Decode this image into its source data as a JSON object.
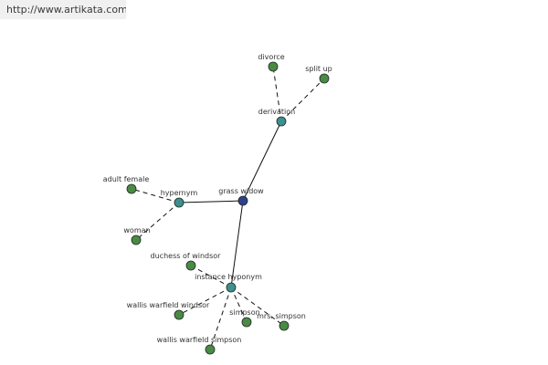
{
  "source_url": "http://www.artikata.com",
  "colors": {
    "root": "#2e3f8f",
    "relation": "#3e8f8f",
    "leaf": "#4b8a46",
    "edge": "#111111",
    "label": "#333333"
  },
  "nodes": [
    {
      "id": "grass-widow",
      "label": "grass widow",
      "kind": "root"
    },
    {
      "id": "derivation",
      "label": "derivation",
      "kind": "relation"
    },
    {
      "id": "hypernym",
      "label": "hypernym",
      "kind": "relation"
    },
    {
      "id": "instance-hyponym",
      "label": "instance hyponym",
      "kind": "relation"
    },
    {
      "id": "divorce",
      "label": "divorce",
      "kind": "leaf"
    },
    {
      "id": "split-up",
      "label": "split up",
      "kind": "leaf"
    },
    {
      "id": "adult-female",
      "label": "adult female",
      "kind": "leaf"
    },
    {
      "id": "woman",
      "label": "woman",
      "kind": "leaf"
    },
    {
      "id": "duchess-of-windsor",
      "label": "duchess of windsor",
      "kind": "leaf"
    },
    {
      "id": "wallis-warfield-windsor",
      "label": "wallis warfield windsor",
      "kind": "leaf"
    },
    {
      "id": "simpson",
      "label": "simpson",
      "kind": "leaf"
    },
    {
      "id": "mrs-simpson",
      "label": "mrs. simpson",
      "kind": "leaf"
    },
    {
      "id": "wallis-warfield-simpson",
      "label": "wallis warfield simpson",
      "kind": "leaf"
    }
  ],
  "edges": [
    {
      "from": "grass-widow",
      "to": "derivation",
      "style": "solid"
    },
    {
      "from": "grass-widow",
      "to": "hypernym",
      "style": "solid"
    },
    {
      "from": "grass-widow",
      "to": "instance-hyponym",
      "style": "solid"
    },
    {
      "from": "derivation",
      "to": "divorce",
      "style": "dashed"
    },
    {
      "from": "derivation",
      "to": "split-up",
      "style": "dashed"
    },
    {
      "from": "hypernym",
      "to": "adult-female",
      "style": "dashed"
    },
    {
      "from": "hypernym",
      "to": "woman",
      "style": "dashed"
    },
    {
      "from": "instance-hyponym",
      "to": "duchess-of-windsor",
      "style": "dashed"
    },
    {
      "from": "instance-hyponym",
      "to": "wallis-warfield-windsor",
      "style": "dashed"
    },
    {
      "from": "instance-hyponym",
      "to": "simpson",
      "style": "dashed"
    },
    {
      "from": "instance-hyponym",
      "to": "mrs-simpson",
      "style": "dashed"
    },
    {
      "from": "instance-hyponym",
      "to": "wallis-warfield-simpson",
      "style": "dashed"
    }
  ]
}
